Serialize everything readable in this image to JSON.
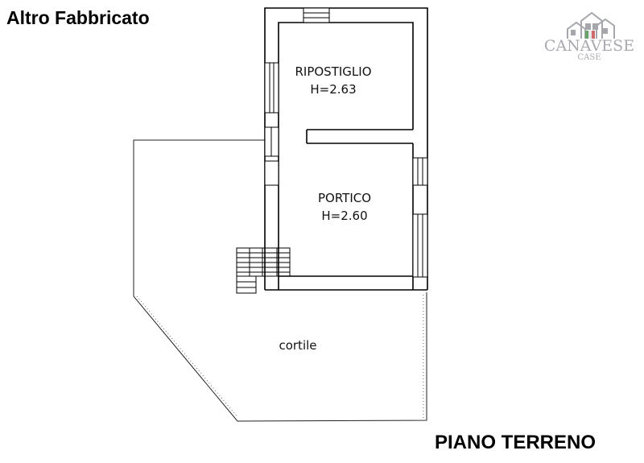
{
  "header": {
    "title": "Altro Fabbricato"
  },
  "footer": {
    "floor_label": "PIANO TERRENO"
  },
  "logo": {
    "name": "CANAVESE",
    "subtitle": "CASE"
  },
  "rooms": [
    {
      "name": "RIPOSTIGLIO",
      "height": "H=2.63"
    },
    {
      "name": "PORTICO",
      "height": "H=2.60"
    }
  ],
  "courtyard": {
    "label": "cortile"
  }
}
